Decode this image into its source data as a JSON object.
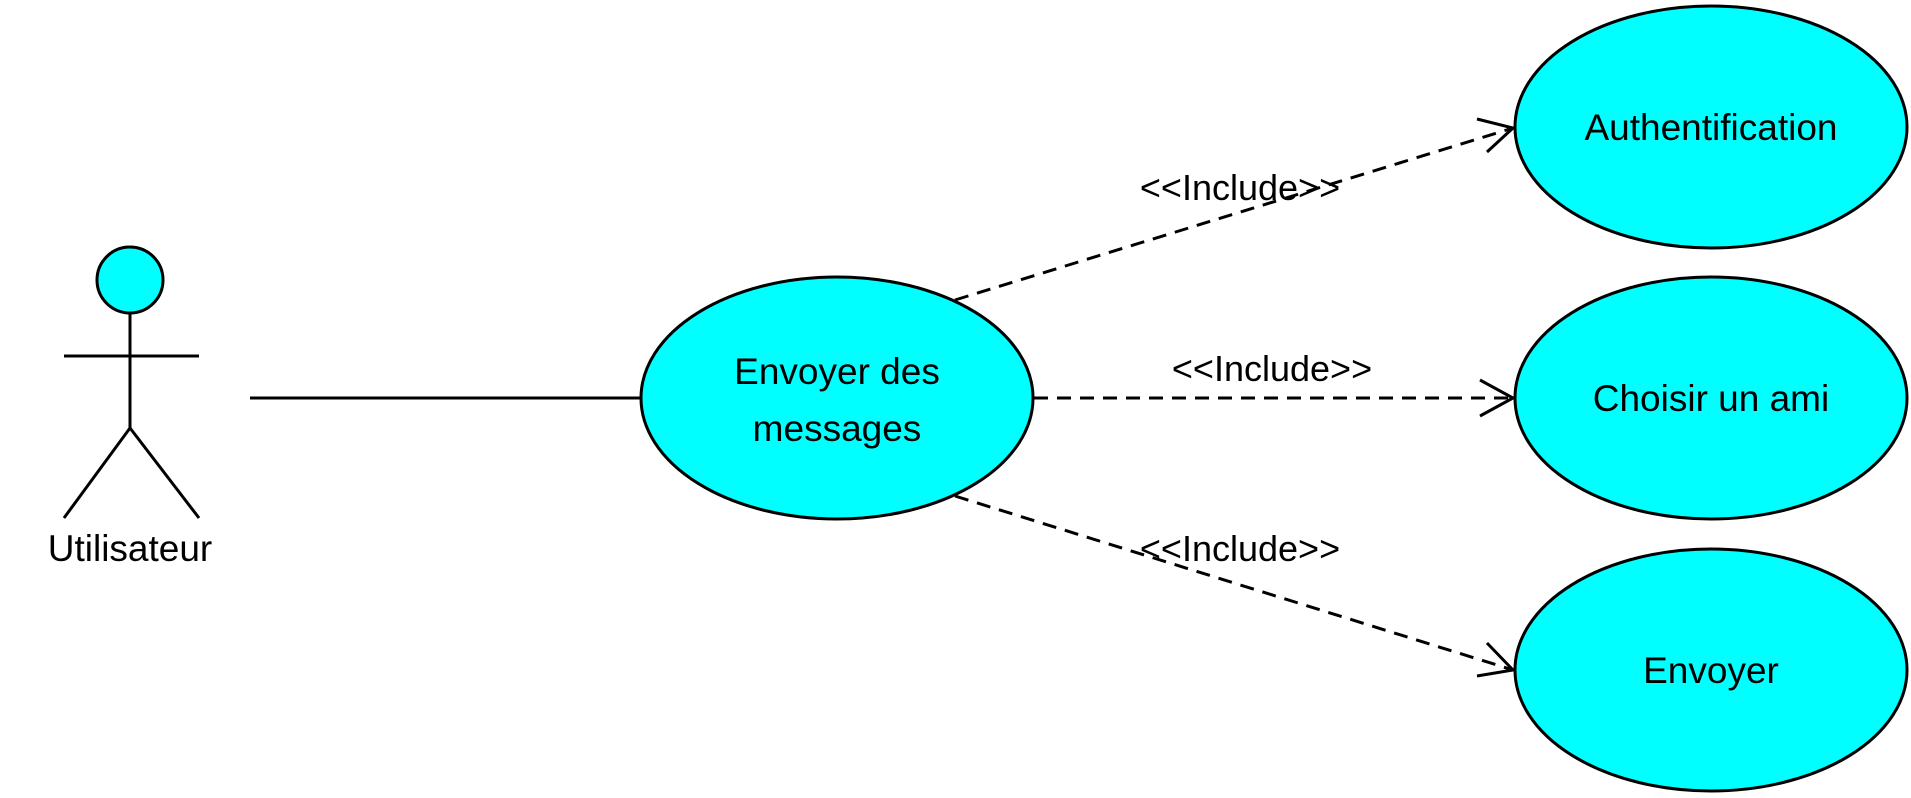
{
  "colors": {
    "fill": "#00ffff",
    "stroke": "#000000",
    "background": "#ffffff"
  },
  "actor": {
    "label": "Utilisateur"
  },
  "use_cases": {
    "main_line1": "Envoyer des",
    "main_line2": "messages",
    "auth": "Authentification",
    "choose_friend": "Choisir un ami",
    "send": "Envoyer"
  },
  "relations": {
    "include_auth": "<<Include>>",
    "include_choose": "<<Include>>",
    "include_send": "<<Include>>"
  }
}
